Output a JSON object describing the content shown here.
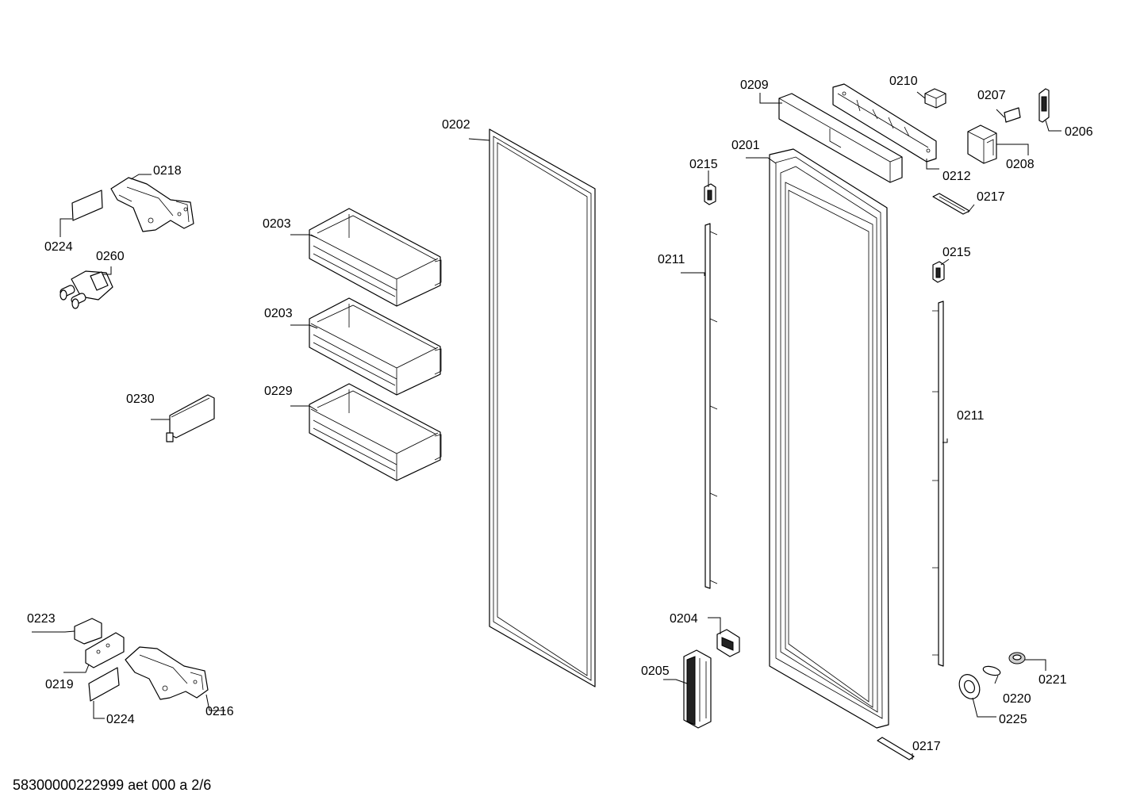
{
  "footer": "58300000222999 aet 000 a 2/6",
  "labels": {
    "p0201": "0201",
    "p0202": "0202",
    "p0203a": "0203",
    "p0203b": "0203",
    "p0204": "0204",
    "p0205": "0205",
    "p0206": "0206",
    "p0207": "0207",
    "p0208": "0208",
    "p0209": "0209",
    "p0210": "0210",
    "p0211a": "0211",
    "p0211b": "0211",
    "p0212": "0212",
    "p0215a": "0215",
    "p0215b": "0215",
    "p0216": "0216",
    "p0217a": "0217",
    "p0217b": "0217",
    "p0218": "0218",
    "p0219": "0219",
    "p0220": "0220",
    "p0221": "0221",
    "p0223": "0223",
    "p0224a": "0224",
    "p0224b": "0224",
    "p0225": "0225",
    "p0229": "0229",
    "p0230": "0230",
    "p0260": "0260"
  }
}
